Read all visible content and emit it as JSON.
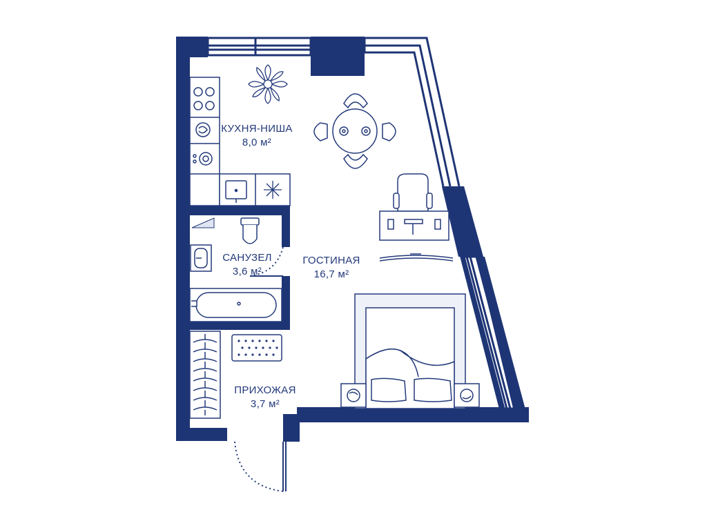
{
  "colors": {
    "wall": "#1e3575",
    "line": "#23397a",
    "tint": "#eef1f8",
    "background": "#ffffff"
  },
  "rooms": [
    {
      "key": "kitchen",
      "name": "КУХНЯ-НИША",
      "area": "8,0 м²"
    },
    {
      "key": "bathroom",
      "name": "САНУЗЕЛ",
      "area": "3,6 м²"
    },
    {
      "key": "living",
      "name": "ГОСТИНАЯ",
      "area": "16,7 м²"
    },
    {
      "key": "hallway",
      "name": "ПРИХОЖАЯ",
      "area": "3,7 м²"
    }
  ],
  "furniture": [
    "plant-icon",
    "stove-icon",
    "washer-icon",
    "oven-icon",
    "sink-icon",
    "dining-table-icon",
    "chair-icon",
    "desk-icon",
    "tv-icon",
    "toilet-icon",
    "washbasin-icon",
    "bathtub-icon",
    "wardrobe-icon",
    "doormat-icon",
    "double-bed-icon",
    "nightstand-icon",
    "entrance-door-icon"
  ]
}
